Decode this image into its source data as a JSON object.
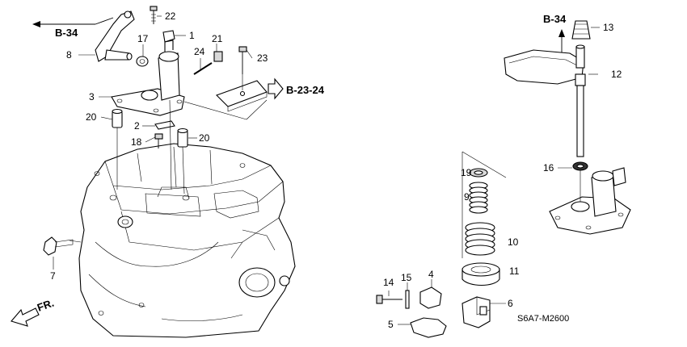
{
  "callouts": [
    "1",
    "2",
    "3",
    "4",
    "5",
    "6",
    "7",
    "8",
    "9",
    "10",
    "11",
    "12",
    "13",
    "14",
    "15",
    "16",
    "17",
    "18",
    "19",
    "20",
    "20",
    "21",
    "22",
    "23",
    "24"
  ],
  "refs": {
    "b34_left": "B-34",
    "b34_right": "B-34",
    "b2324": "B-23-24"
  },
  "front_label": "FR.",
  "diagram_code": "S6A7-M2600",
  "colors": {
    "line": "#000000",
    "background": "#ffffff"
  }
}
